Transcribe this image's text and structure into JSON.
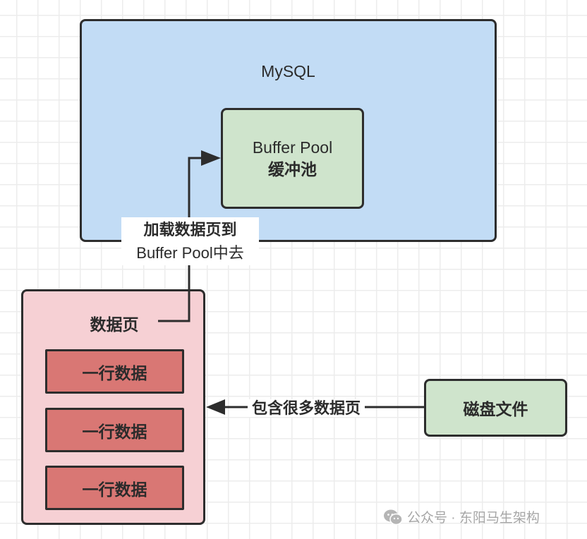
{
  "diagram": {
    "mysql": {
      "title": "MySQL"
    },
    "buffer_pool": {
      "line1": "Buffer Pool",
      "line2": "缓冲池"
    },
    "load_arrow_label": {
      "line1": "加载数据页到",
      "line2": "Buffer Pool中去"
    },
    "data_page": {
      "title": "数据页",
      "rows": [
        {
          "label": "一行数据"
        },
        {
          "label": "一行数据"
        },
        {
          "label": "一行数据"
        }
      ]
    },
    "contain_arrow_label": "包含很多数据页",
    "disk_file": {
      "label": "磁盘文件"
    },
    "colors": {
      "mysql_fill": "#c2dcf5",
      "buffer_pool_fill": "#cfe4cc",
      "data_page_fill": "#f6d0d4",
      "row_fill": "#d97774",
      "disk_fill": "#cfe4cc",
      "stroke": "#2d2d2d"
    }
  },
  "watermark": {
    "icon": "wechat-icon",
    "text": "公众号 · 东阳马生架构"
  }
}
